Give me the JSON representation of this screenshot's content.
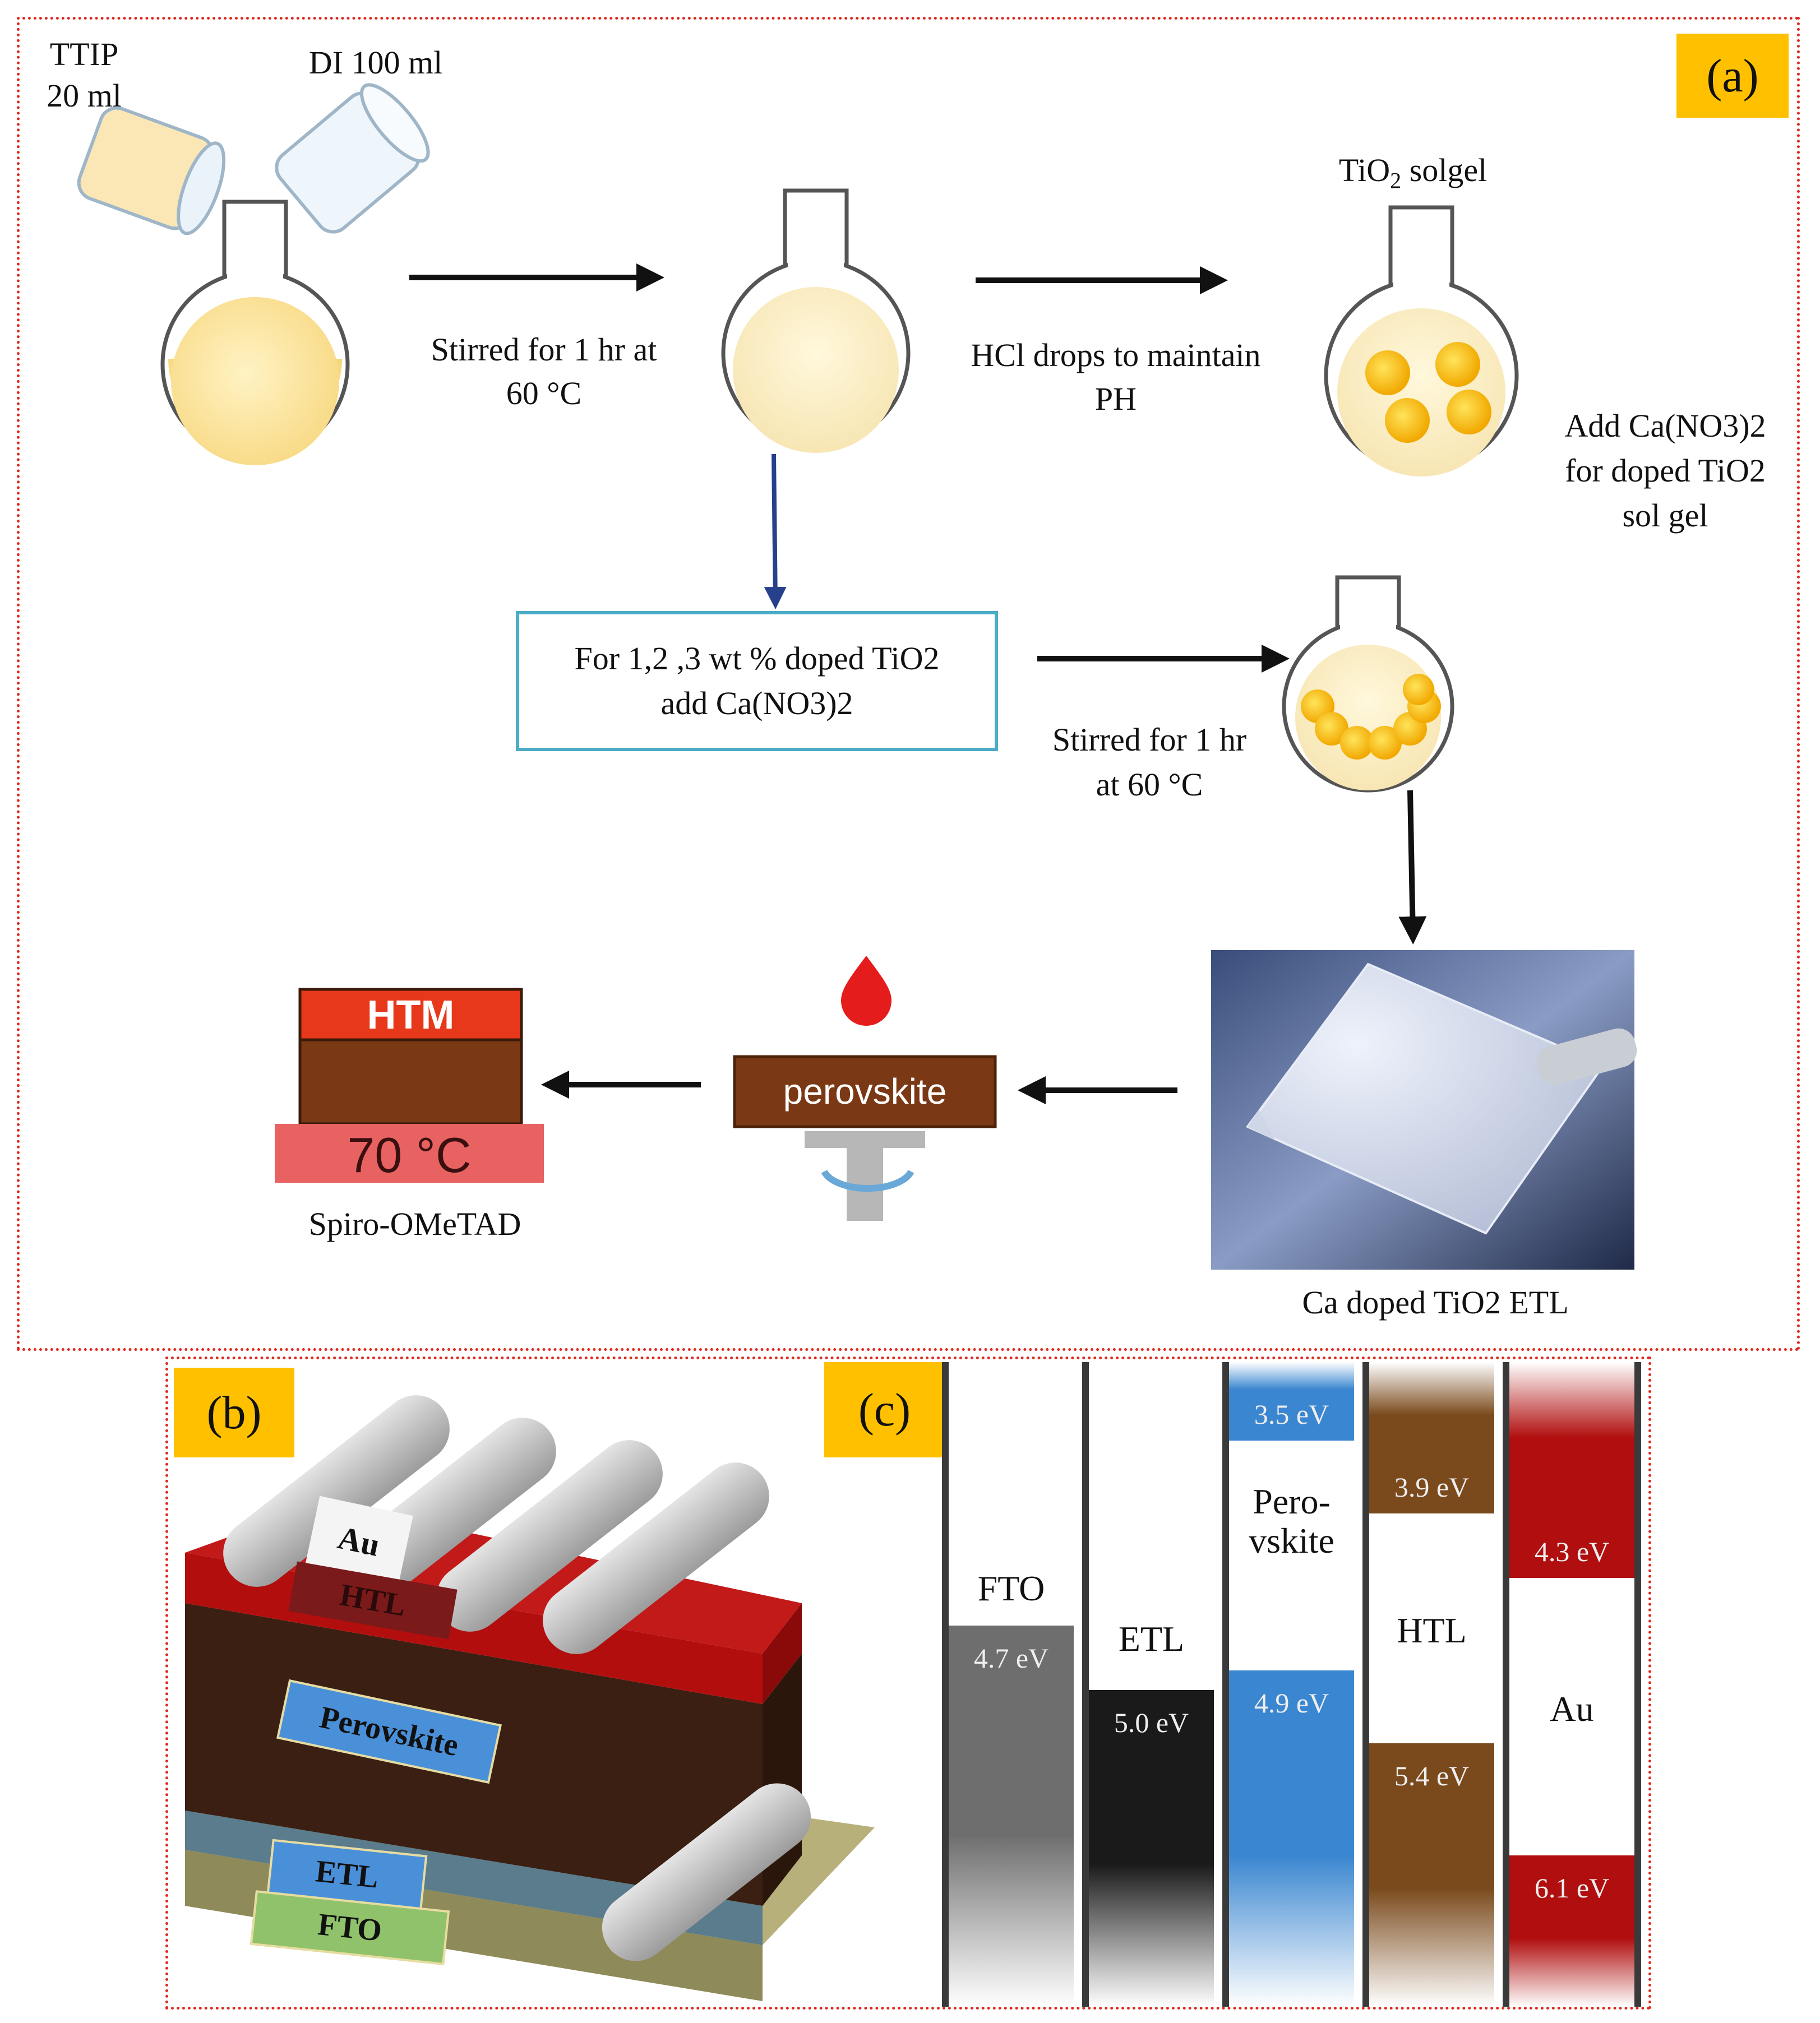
{
  "panel_a": {
    "tag": "(a)",
    "ttip": [
      "TTIP",
      "20 ml"
    ],
    "di": "DI 100 ml",
    "step1": [
      "Stirred for 1 hr at",
      "60 °C"
    ],
    "step2": [
      "HCl drops to maintain",
      "PH"
    ],
    "tio2_solgel": {
      "main": "TiO",
      "sub": "2",
      "rest": " solgel"
    },
    "add_ca": [
      "Add Ca(NO3)2",
      "for doped TiO2",
      "sol gel"
    ],
    "box": [
      "For 1,2 ,3 wt % doped TiO2",
      "add Ca(NO3)2"
    ],
    "step3": [
      "Stirred for 1 hr",
      "at 60 °C"
    ],
    "etl_label": "Ca doped TiO2 ETL",
    "perovskite": "perovskite",
    "htm": "HTM",
    "temp": "70 °C",
    "spiro": "Spiro-OMeTAD"
  },
  "panel_b": {
    "tag": "(b)",
    "au": "Au",
    "htl": "HTL",
    "perovskite": "Perovskite",
    "etl": "ETL",
    "fto": "FTO"
  },
  "panel_c": {
    "tag": "(c)",
    "columns": [
      {
        "name": "FTO",
        "top_ev": "",
        "bottom_ev": "4.7 eV",
        "color": "#6e6e6e"
      },
      {
        "name": "ETL",
        "top_ev": "",
        "bottom_ev": "5.0 eV",
        "color": "#1a1a1a"
      },
      {
        "name": [
          "Pero-",
          "vskite"
        ],
        "top_ev": "3.5 eV",
        "bottom_ev": "4.9 eV",
        "color": "#3a86d0"
      },
      {
        "name": "HTL",
        "top_ev": "3.9 eV",
        "bottom_ev": "5.4 eV",
        "color": "#7a4a1c"
      },
      {
        "name": "Au",
        "top_ev": "4.3 eV",
        "bottom_ev": "6.1 eV",
        "color": "#b10f0f"
      }
    ]
  }
}
